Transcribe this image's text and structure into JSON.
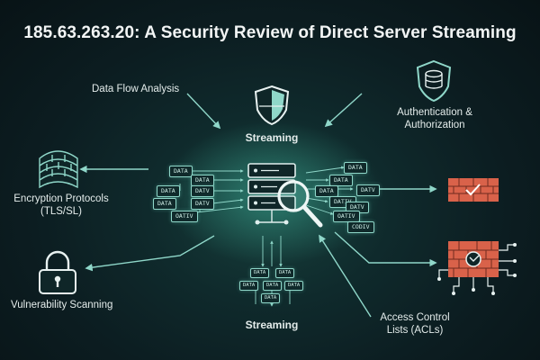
{
  "title": "185.63.263.20: A Security Review of Direct Server Streaming",
  "labels": {
    "data_flow": "Data Flow Analysis",
    "streaming_top": "Streaming",
    "auth_line1": "Authentication &",
    "auth_line2": "Authorization",
    "encryption_line1": "Encryption Protocols",
    "encryption_line2": "(TLS/SL)",
    "vuln": "Vulnerability Scanning",
    "streaming_bottom": "Streaming",
    "acl_line1": "Access Control",
    "acl_line2": "Lists (ACLs)"
  },
  "chips": {
    "left": [
      "DATA",
      "DATA",
      "DATA",
      "DATV",
      "DATA",
      "DATV",
      "OATIV"
    ],
    "right": [
      "DATA",
      "DATA",
      "DATA",
      "DATV",
      "DATIV",
      "DATV",
      "OATIV",
      "CODIV"
    ],
    "bottom": [
      "DATA",
      "DATA",
      "DATA",
      "DATA",
      "DATA",
      "DATA"
    ]
  },
  "icons": [
    "shield-icon",
    "database-shield-icon",
    "firewall-icon",
    "firewall-circuit-icon",
    "padlock-icon",
    "server-magnifier-icon",
    "brick-wall-icon"
  ],
  "colors": {
    "accent": "#8fd7c9",
    "background": "#0c1d21",
    "brick": "#d9624a"
  }
}
